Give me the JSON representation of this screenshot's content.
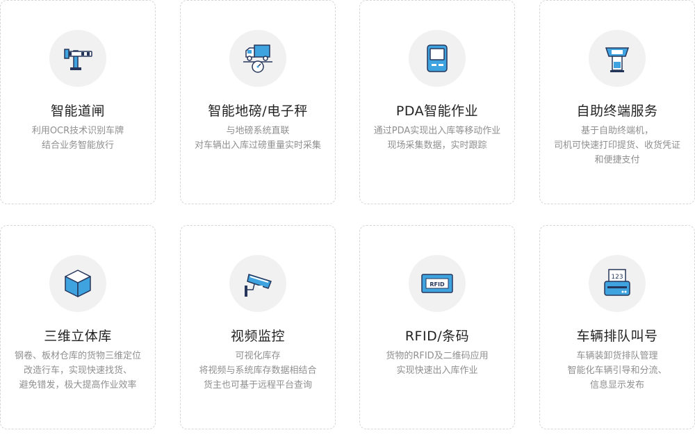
{
  "cards": [
    {
      "title": "智能道闸",
      "icon": "barrier-gate-icon",
      "lines": [
        "利用OCR技术识别车牌",
        "结合业务智能放行"
      ]
    },
    {
      "title": "智能地磅/电子秤",
      "icon": "truck-scale-icon",
      "lines": [
        "与地磅系统直联",
        "对车辆出入库过磅重量实时采集"
      ]
    },
    {
      "title": "PDA智能作业",
      "icon": "pda-device-icon",
      "lines": [
        "通过PDA实现出入库等移动作业",
        "现场采集数据，实时跟踪"
      ]
    },
    {
      "title": "自助终端服务",
      "icon": "self-service-kiosk-icon",
      "lines": [
        "基于自助终端机，",
        "司机可快速打印提货、收货凭证",
        "和便捷支付"
      ]
    },
    {
      "title": "三维立体库",
      "icon": "cube-icon",
      "lines": [
        "钢卷、板材仓库的货物三维定位",
        "改造行车，实现快速找货、",
        "避免错发，极大提高作业效率"
      ]
    },
    {
      "title": "视频监控",
      "icon": "cctv-camera-icon",
      "lines": [
        "可视化库存",
        "将视频与系统库存数据相结合",
        "货主也可基于远程平台查询"
      ]
    },
    {
      "title": "RFID/条码",
      "icon": "rfid-tag-icon",
      "lines": [
        "货物的RFID及二维码应用",
        "实现快速出入库作业"
      ]
    },
    {
      "title": "车辆排队叫号",
      "icon": "queue-ticket-icon",
      "lines": [
        "车辆装卸货排队管理",
        "智能化车辆引导和分流、",
        "信息显示发布"
      ]
    }
  ],
  "colors": {
    "accent": "#3fa3e0",
    "dark": "#26365a",
    "circle": "#f1f1f1",
    "title": "#222222",
    "desc": "#8f8f8f"
  },
  "rfid_label": "RFID",
  "ticket_number": "123"
}
